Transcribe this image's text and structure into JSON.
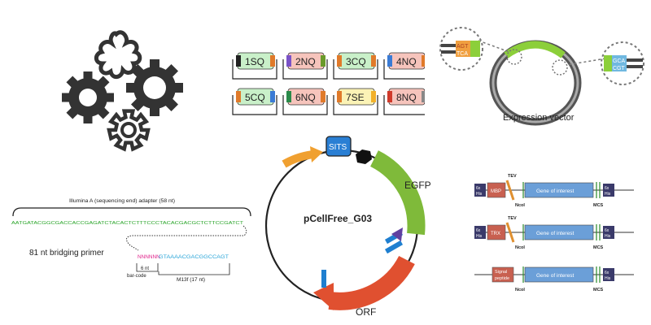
{
  "icons": {
    "gears": "gears-icon"
  },
  "cassettes": {
    "labels": [
      "1SQ",
      "2NQ",
      "3CQ",
      "4NQ",
      "5CQ",
      "6NQ",
      "7SE",
      "8NQ"
    ],
    "fills": [
      "#c9f0c9",
      "#f6c4bc",
      "#c9f0c9",
      "#f6c4bc",
      "#c9f0c9",
      "#f6c4bc",
      "#fbf3b6",
      "#f6c4bc"
    ],
    "tabs": [
      "#222222",
      "#e07a2a",
      "#7a52c7",
      "#6a9a2a",
      "#e07a2a",
      "#e07a2a",
      "#3a7bd5",
      "#e07a2a",
      "#e07a2a",
      "#3a7bd5",
      "#2a8a4a",
      "#e07a2a",
      "#e07a2a",
      "#f2b12a",
      "#d03a2a",
      "#888888"
    ]
  },
  "expression_vector": {
    "title": "Expression vector",
    "left_seq": [
      "AGT",
      "TCA"
    ],
    "right_seq": [
      "GCA",
      "CGT"
    ]
  },
  "primer": {
    "adapter_label": "Illumina A (sequencing end) adapter (58 nt)",
    "adapter_seq": "AATGATACGGCGACCACCGAGATCTACACTCTTTCCCTACACGACGCTCTTCCGATCT",
    "bridging_label": "81 nt bridging primer",
    "barcode_seq": "NNNNNN",
    "m13_seq": "GTAAAACGACGGCCAGT",
    "barcode_label_1": "6 nt",
    "barcode_label_2": "bar-code",
    "m13_label": "M13f (17 nt)"
  },
  "plasmid": {
    "name": "pCellFree_G03",
    "sits_label": "SITS",
    "egfp_label": "EGFP",
    "orf_label": "ORF"
  },
  "constructs": {
    "rows": [
      {
        "tag": "MBP",
        "goi": "Gene of interest",
        "his_left": [
          "6x",
          "His"
        ],
        "his_right": [
          "6x",
          "His"
        ],
        "tev": "TEV",
        "ncol": "NcoI",
        "mcs": "MCS"
      },
      {
        "tag": "TRX",
        "goi": "Gene of interest",
        "his_left": [
          "6x",
          "His"
        ],
        "his_right": [
          "6x",
          "His"
        ],
        "tev": "TEV",
        "ncol": "NcoI",
        "mcs": "MCS"
      },
      {
        "tag_lines": [
          "Signal",
          "peptide"
        ],
        "goi": "Gene of interest",
        "his_right": [
          "6x",
          "His"
        ],
        "ncol": "NcoI",
        "mcs": "MCS"
      }
    ]
  }
}
